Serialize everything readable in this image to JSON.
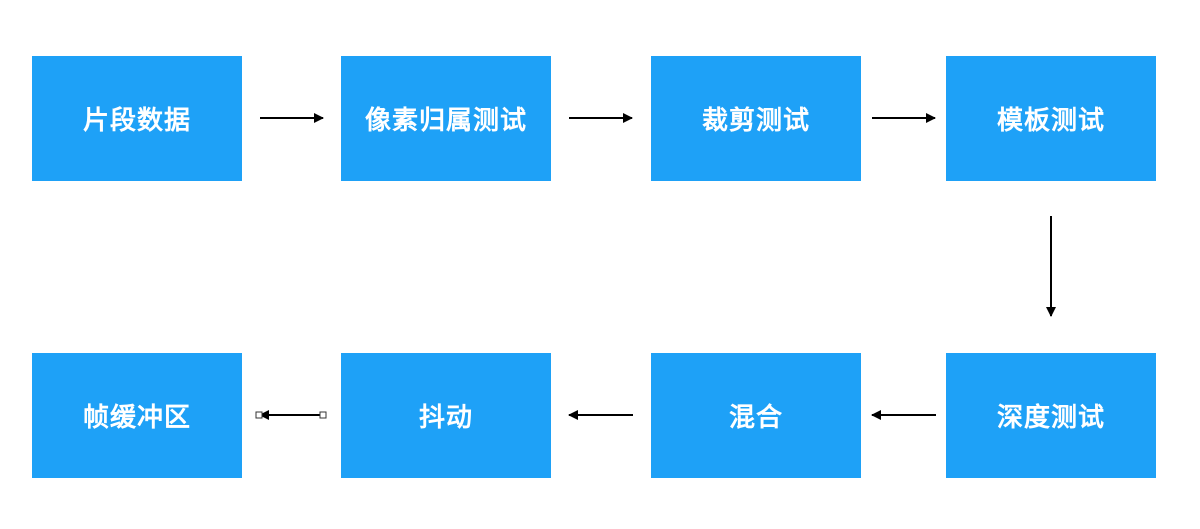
{
  "diagram": {
    "nodes": [
      {
        "id": "fragment-data",
        "label": "片段数据"
      },
      {
        "id": "pixel-ownership-test",
        "label": "像素归属测试"
      },
      {
        "id": "scissor-test",
        "label": "裁剪测试"
      },
      {
        "id": "stencil-test",
        "label": "模板测试"
      },
      {
        "id": "depth-test",
        "label": "深度测试"
      },
      {
        "id": "blending",
        "label": "混合"
      },
      {
        "id": "dithering",
        "label": "抖动"
      },
      {
        "id": "framebuffer",
        "label": "帧缓冲区"
      }
    ],
    "edges": [
      {
        "from": "fragment-data",
        "to": "pixel-ownership-test"
      },
      {
        "from": "pixel-ownership-test",
        "to": "scissor-test"
      },
      {
        "from": "scissor-test",
        "to": "stencil-test"
      },
      {
        "from": "stencil-test",
        "to": "depth-test"
      },
      {
        "from": "depth-test",
        "to": "blending"
      },
      {
        "from": "blending",
        "to": "dithering"
      },
      {
        "from": "dithering",
        "to": "framebuffer"
      }
    ],
    "colors": {
      "node_fill": "#1ea1f7",
      "node_text": "#ffffff",
      "edge": "#000000"
    }
  }
}
